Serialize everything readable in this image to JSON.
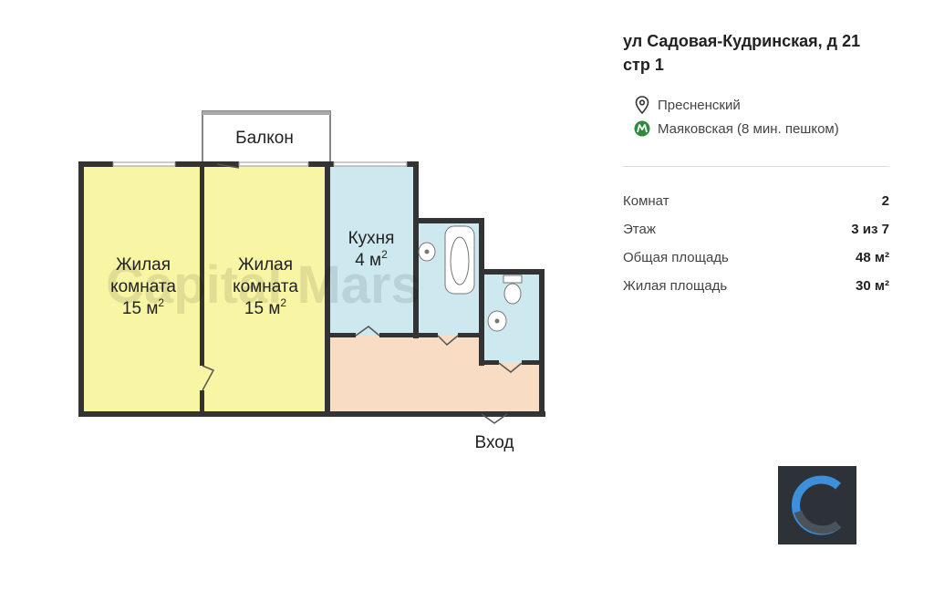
{
  "plan": {
    "rooms": [
      {
        "name": "living1",
        "title_line1": "Жилая",
        "title_line2": "комната",
        "area": "15 м",
        "area_sup": "2",
        "color": "#f8f6a4"
      },
      {
        "name": "living2",
        "title_line1": "Жилая",
        "title_line2": "комната",
        "area": "15 м",
        "area_sup": "2",
        "color": "#f8f6a4"
      },
      {
        "name": "kitchen",
        "title_line1": "Кухня",
        "area": "4 м",
        "area_sup": "2",
        "color": "#cde8ee"
      }
    ],
    "balcony_label": "Балкон",
    "entrance_label": "Вход",
    "watermark": "Capital Mars",
    "colors": {
      "hall": "#f8dcc4",
      "bath": "#cde8ee",
      "wall": "#333333"
    }
  },
  "listing": {
    "address": "ул Садовая-Кудринская, д 21 стр 1",
    "district": "Пресненский",
    "district_icon": "location-pin-icon",
    "metro": "Маяковская (8 мин. пешком)",
    "metro_icon": "metro-icon",
    "metro_color": "#2e8b3e",
    "stats": [
      {
        "label": "Комнат",
        "value": "2"
      },
      {
        "label": "Этаж",
        "value": "3 из 7"
      },
      {
        "label": "Общая площадь",
        "value": "48 м²"
      },
      {
        "label": "Жилая площадь",
        "value": "30 м²"
      }
    ]
  },
  "logo": {
    "icon": "company-logo-icon",
    "accent": "#3c8fd8"
  }
}
